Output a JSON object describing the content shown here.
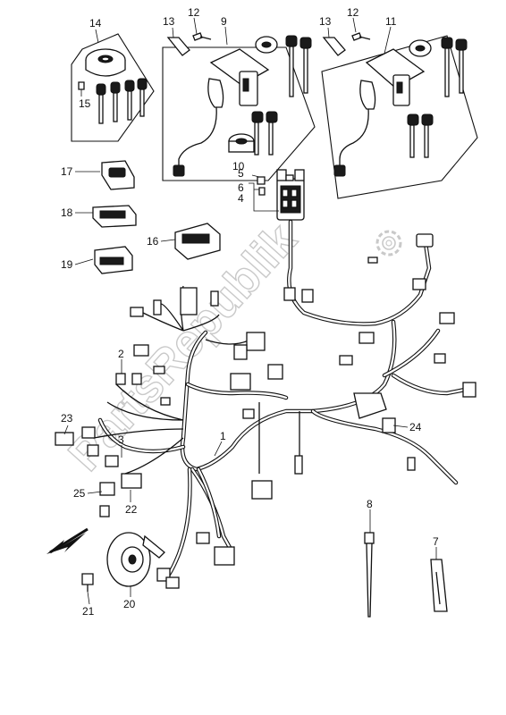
{
  "diagram": {
    "watermark": "PartsRepublik",
    "callouts": [
      {
        "id": "c14",
        "text": "14"
      },
      {
        "id": "c15",
        "text": "15"
      },
      {
        "id": "c13a",
        "text": "13"
      },
      {
        "id": "c12a",
        "text": "12"
      },
      {
        "id": "c9",
        "text": "9"
      },
      {
        "id": "c10",
        "text": "10"
      },
      {
        "id": "c13b",
        "text": "13"
      },
      {
        "id": "c12b",
        "text": "12"
      },
      {
        "id": "c11",
        "text": "11"
      },
      {
        "id": "c17",
        "text": "17"
      },
      {
        "id": "c18",
        "text": "18"
      },
      {
        "id": "c19",
        "text": "19"
      },
      {
        "id": "c16",
        "text": "16"
      },
      {
        "id": "c5",
        "text": "5"
      },
      {
        "id": "c6",
        "text": "6"
      },
      {
        "id": "c4",
        "text": "4"
      },
      {
        "id": "c2",
        "text": "2"
      },
      {
        "id": "c3",
        "text": "3"
      },
      {
        "id": "c23",
        "text": "23"
      },
      {
        "id": "c1",
        "text": "1"
      },
      {
        "id": "c24",
        "text": "24"
      },
      {
        "id": "c25",
        "text": "25"
      },
      {
        "id": "c22",
        "text": "22"
      },
      {
        "id": "c8",
        "text": "8"
      },
      {
        "id": "c7",
        "text": "7"
      },
      {
        "id": "c21",
        "text": "21"
      },
      {
        "id": "c20",
        "text": "20"
      }
    ],
    "icons": [
      "gear-icon",
      "front-direction-arrow-icon"
    ]
  }
}
